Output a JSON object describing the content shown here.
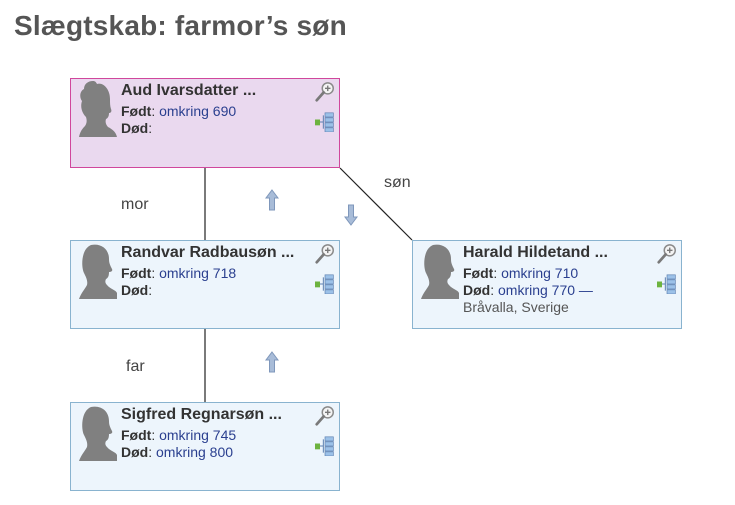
{
  "page": {
    "title": "Slægtskab: farmor’s søn"
  },
  "labels": {
    "born": "Født",
    "died": "Død"
  },
  "relations": {
    "mother": "mor",
    "son": "søn",
    "father": "far"
  },
  "people": {
    "aud": {
      "name": "Aud Ivarsdatter ...",
      "born": "omkring 690",
      "died": ""
    },
    "randvar": {
      "name": "Randvar Radbausøn ...",
      "born": "omkring 718",
      "died": ""
    },
    "harald": {
      "name": "Harald Hildetand ...",
      "born": "omkring 710",
      "died": "omkring 770 —",
      "place": "Bråvalla, Sverige"
    },
    "sigfred": {
      "name": "Sigfred Regnarsøn ...",
      "born": "omkring 745",
      "died": "omkring 800"
    }
  },
  "icons": {
    "avatar": "silhouette-icon",
    "zoom": "magnifier-icon",
    "tree": "family-tree-icon",
    "up": "arrow-up-icon",
    "down": "arrow-down-icon"
  },
  "colors": {
    "female_bg": "#ead9ef",
    "female_border": "#d0479c",
    "male_bg": "#edf5fc",
    "male_border": "#89b3cf",
    "value_text": "#2a3f8f"
  }
}
